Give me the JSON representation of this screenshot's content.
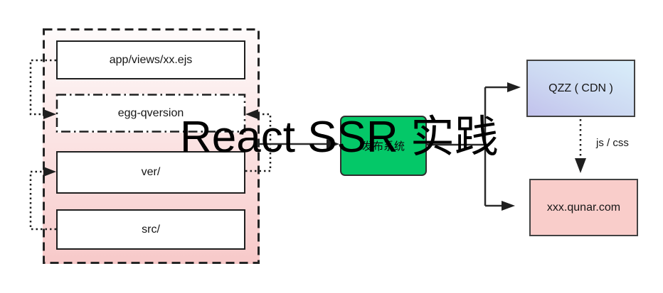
{
  "title": "React SSR 实践",
  "left_group": {
    "boxes": [
      {
        "label": "app/views/xx.ejs"
      },
      {
        "label": "egg-qversion"
      },
      {
        "label": "ver/"
      },
      {
        "label": "src/"
      }
    ]
  },
  "publish": {
    "label": "发布系统"
  },
  "cdn": {
    "label": "QZZ ( CDN )"
  },
  "site": {
    "label": "xxx.qunar.com"
  },
  "edge": {
    "label": "js / css"
  },
  "colors": {
    "green": "#04c868",
    "site_pink": "#f9cdca",
    "container_pink": "#f7c9c9",
    "cdn_gradient_top": "#d9eefa",
    "cdn_gradient_bottom": "#c2c2ec",
    "line": "#2b2b2b"
  }
}
